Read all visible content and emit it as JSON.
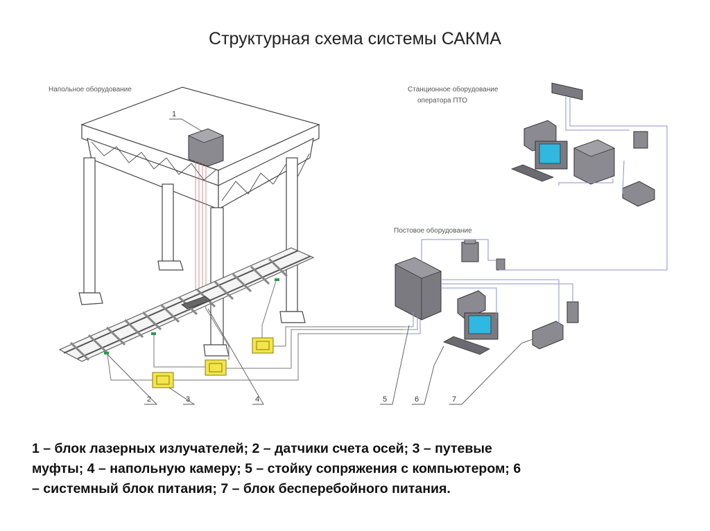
{
  "title": "Структурная схема системы САКМА",
  "sections": {
    "floor": "Напольное оборудование",
    "station_line1": "Станционное оборудование",
    "station_line2": "оператора ПТО",
    "post": "Постовое оборудование"
  },
  "callouts": [
    "1",
    "2",
    "3",
    "4",
    "5",
    "6",
    "7"
  ],
  "legend": {
    "line1": "1 – блок лазерных излучателей; 2 – датчики счета осей;  3 – путевые",
    "line2": "муфты; 4 – напольную камеру;  5 – стойку сопряжения с компьютером; 6",
    "line3": "– системный блок питания; 7 – блок бесперебойного питания."
  },
  "colors": {
    "device": "#7a7a80",
    "screen": "#2fb8e0",
    "coupling": "#f2e64a",
    "cable": "#8a92c8",
    "laser": "#c87878"
  }
}
